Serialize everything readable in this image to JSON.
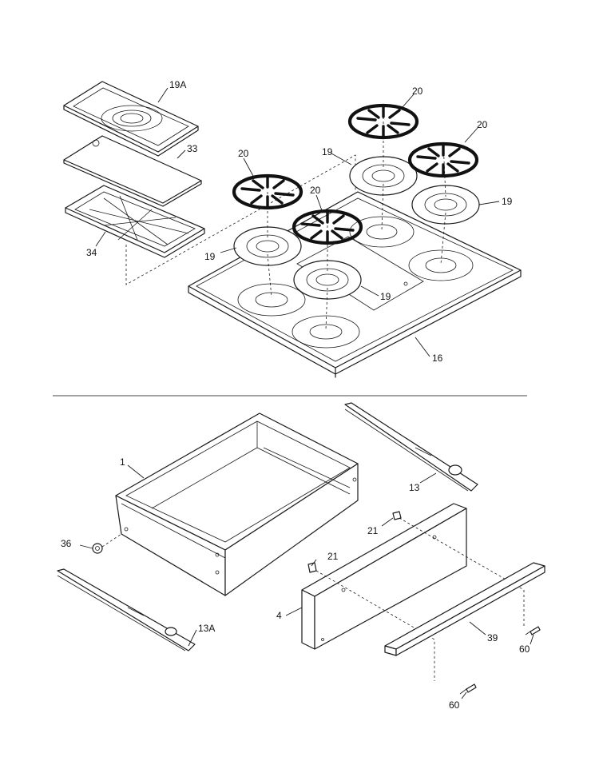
{
  "labels": {
    "p19A": "19A",
    "p33": "33",
    "p34": "34",
    "p20a": "20",
    "p20b": "20",
    "p20c": "20",
    "p20d": "20",
    "p19a": "19",
    "p19b": "19",
    "p19c": "19",
    "p19d": "19",
    "p16": "16",
    "p1": "1",
    "p13": "13",
    "p36": "36",
    "p21a": "21",
    "p21b": "21",
    "p4": "4",
    "p13A": "13A",
    "p39": "39",
    "p60a": "60",
    "p60b": "60"
  }
}
